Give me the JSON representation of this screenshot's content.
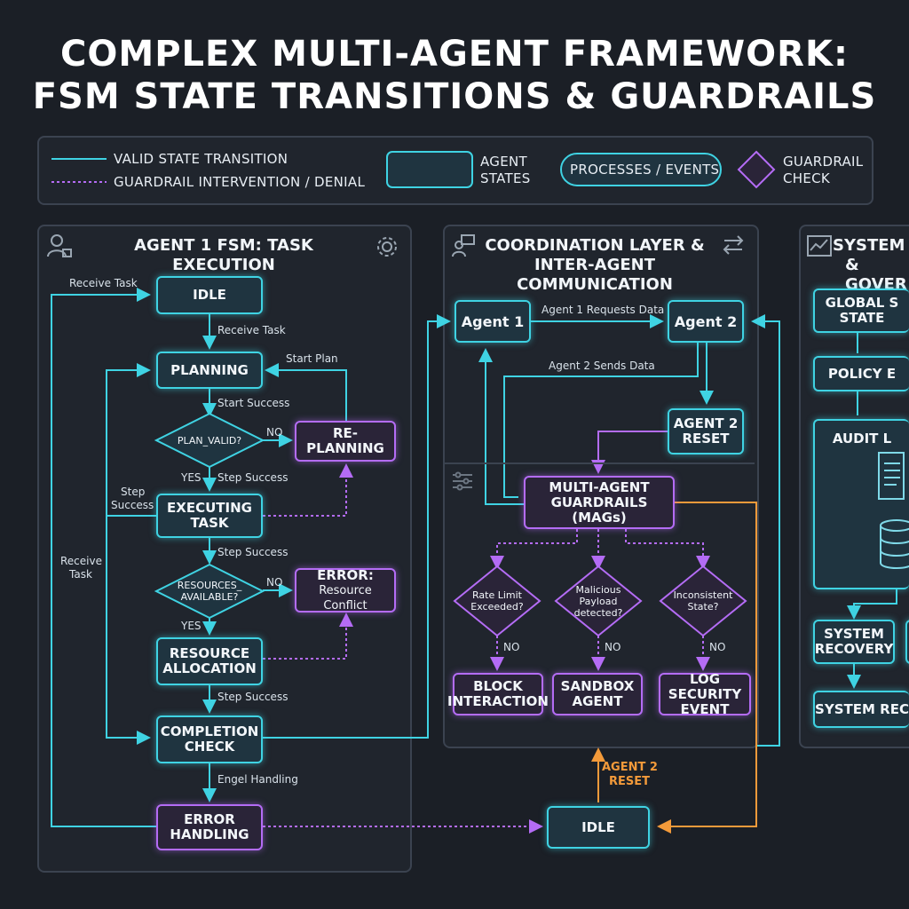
{
  "title": {
    "line1": "COMPLEX MULTI-AGENT FRAMEWORK:",
    "line2": "FSM STATE TRANSITIONS & GUARDRAILS"
  },
  "legend": {
    "valid": "VALID STATE TRANSITION",
    "guardrail": "GUARDRAIL INTERVENTION / DENIAL",
    "agent_states": [
      "AGENT",
      "STATES"
    ],
    "processes": "PROCESSES / EVENTS",
    "guardrail_check": [
      "GUARDRAIL",
      "CHECK"
    ]
  },
  "colors": {
    "valid": "#3fd3e3",
    "guardrail": "#b46cf5",
    "reset": "#f39a3a",
    "background": "#1b1f26"
  },
  "agent1": {
    "title": "AGENT 1 FSM: TASK EXECUTION",
    "icons": [
      "user-lock-icon",
      "gear-icon"
    ],
    "nodes": {
      "idle": "IDLE",
      "planning": "PLANNING",
      "plan_valid": "PLAN_VALID?",
      "replanning": "RE-PLANNING",
      "executing": [
        "EXECUTING",
        "TASK"
      ],
      "resources": [
        "RESOURCES_",
        "AVAILABLE?"
      ],
      "error": [
        "ERROR:",
        "Resource Conflict"
      ],
      "allocation": [
        "RESOURCE",
        "ALLOCATION"
      ],
      "completion": [
        "COMPLETION",
        "CHECK"
      ],
      "error_handling": [
        "ERROR",
        "HANDLING"
      ]
    },
    "labels": {
      "receive_task_top": "Receive Task",
      "receive_task": "Receive Task",
      "start_plan": "Start Plan",
      "start_success": "Start Success",
      "no1": "NO",
      "yes1": "YES",
      "step_success1": "Step Success",
      "step_success_left": [
        "Step",
        "Success"
      ],
      "receive_task_left": [
        "Receive",
        "Task"
      ],
      "step_success2": "Step Success",
      "no2": "NO",
      "yes2": "YES",
      "step_success3": "Step Success",
      "engel": "Engel Handling"
    }
  },
  "coordination": {
    "title": [
      "COORDINATION LAYER &",
      "INTER-AGENT COMMUNICATION"
    ],
    "icons": [
      "chat-users-icon",
      "swap-arrows-icon",
      "sliders-icon"
    ],
    "nodes": {
      "agent1": "Agent 1",
      "agent2": "Agent 2",
      "agent2_reset": [
        "AGENT 2",
        "RESET"
      ],
      "mags": [
        "MULTI-AGENT",
        "GUARDRAILS (MAGs)"
      ],
      "rate": [
        "Rate Limit",
        "Exceeded?"
      ],
      "malicious": [
        "Malicious",
        "Payload",
        "detected?"
      ],
      "inconsistent": [
        "Inconsistent",
        "State?"
      ],
      "block": [
        "BLOCK",
        "INTERACTION"
      ],
      "sandbox": [
        "SANDBOX",
        "AGENT"
      ],
      "log": [
        "LOG SECURITY",
        "EVENT"
      ],
      "idle": "IDLE"
    },
    "labels": {
      "requests": "Agent 1 Requests Data",
      "sends": "Agent 2 Sends Data",
      "no_a": "NO",
      "no_b": "NO",
      "no_c": "NO",
      "reset": [
        "AGENT 2",
        "RESET"
      ]
    }
  },
  "system": {
    "title": [
      "SYSTEM",
      "& GOVER"
    ],
    "icons": [
      "chart-icon",
      "gear-icon",
      "document-icon",
      "database-icon"
    ],
    "nodes": {
      "global": [
        "GLOBAL S",
        "STATE"
      ],
      "policy": "POLICY E",
      "audit": "AUDIT L",
      "recovery": [
        "SYSTEM",
        "RECOVERY"
      ],
      "sysrec": "SYSTEM REC"
    }
  }
}
